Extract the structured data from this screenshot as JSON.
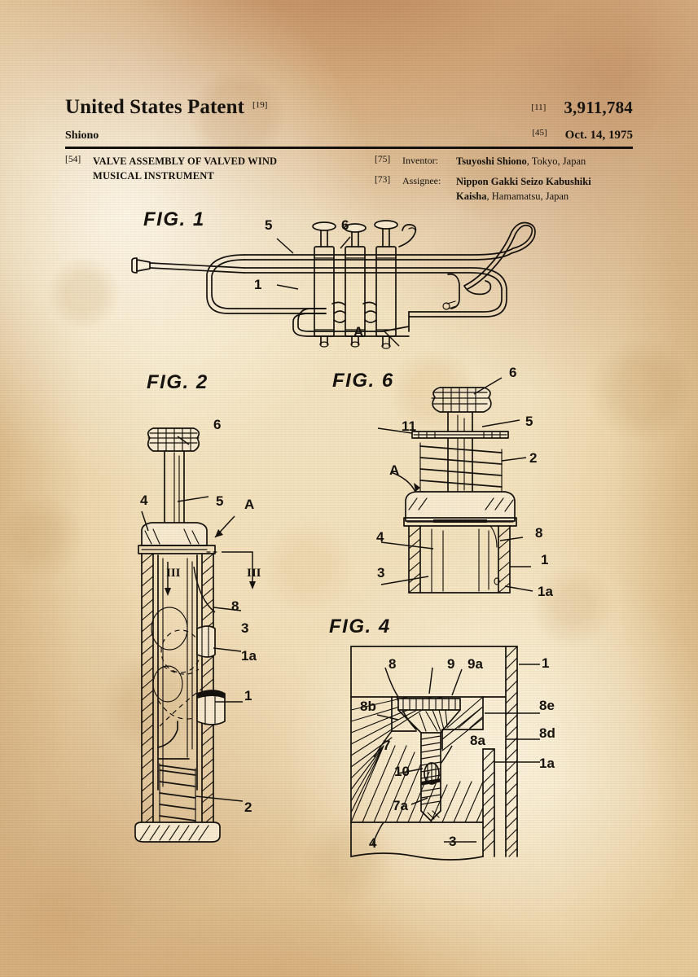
{
  "document": {
    "office": "United States Patent",
    "office_code": "[19]",
    "surname": "Shiono",
    "number_code": "[11]",
    "patent_number": "3,911,784",
    "date_code": "[45]",
    "date": "Oct. 14, 1975"
  },
  "biblio": {
    "title_code": "[54]",
    "title_line1": "VALVE ASSEMBLY OF VALVED WIND",
    "title_line2": "MUSICAL INSTRUMENT",
    "inventor_code": "[75]",
    "inventor_label": "Inventor:",
    "inventor_name": "Tsuyoshi Shiono",
    "inventor_location": ", Tokyo, Japan",
    "assignee_code": "[73]",
    "assignee_label": "Assignee:",
    "assignee_name_line1": "Nippon Gakki Seizo Kabushiki",
    "assignee_name_line2": "Kaisha",
    "assignee_location": ", Hamamatsu, Japan"
  },
  "figures": [
    {
      "id": "fig1",
      "label": "FIG. 1",
      "caption_subject": "trumpet with valve assembly",
      "refs": [
        "5",
        "6",
        "1",
        "A"
      ]
    },
    {
      "id": "fig2",
      "label": "FIG. 2",
      "caption_subject": "longitudinal section of valve",
      "refs": [
        "6",
        "5",
        "4",
        "A",
        "8",
        "3",
        "1a",
        "1",
        "2"
      ],
      "section_marks": [
        "III",
        "III"
      ]
    },
    {
      "id": "fig6",
      "label": "FIG. 6",
      "caption_subject": "valve piston with spring",
      "refs": [
        "6",
        "11",
        "5",
        "2",
        "A",
        "4",
        "8",
        "3",
        "1",
        "1a"
      ]
    },
    {
      "id": "fig4",
      "label": "FIG. 4",
      "caption_subject": "enlarged detail of valve port",
      "refs": [
        "8",
        "9",
        "9a",
        "1",
        "8b",
        "8e",
        "8d",
        "7",
        "8a",
        "1a",
        "10",
        "7a",
        "4",
        "3"
      ]
    }
  ],
  "colors": {
    "paper": "#f3e3c0",
    "ink": "#16130e",
    "stain": "#a8661c"
  }
}
